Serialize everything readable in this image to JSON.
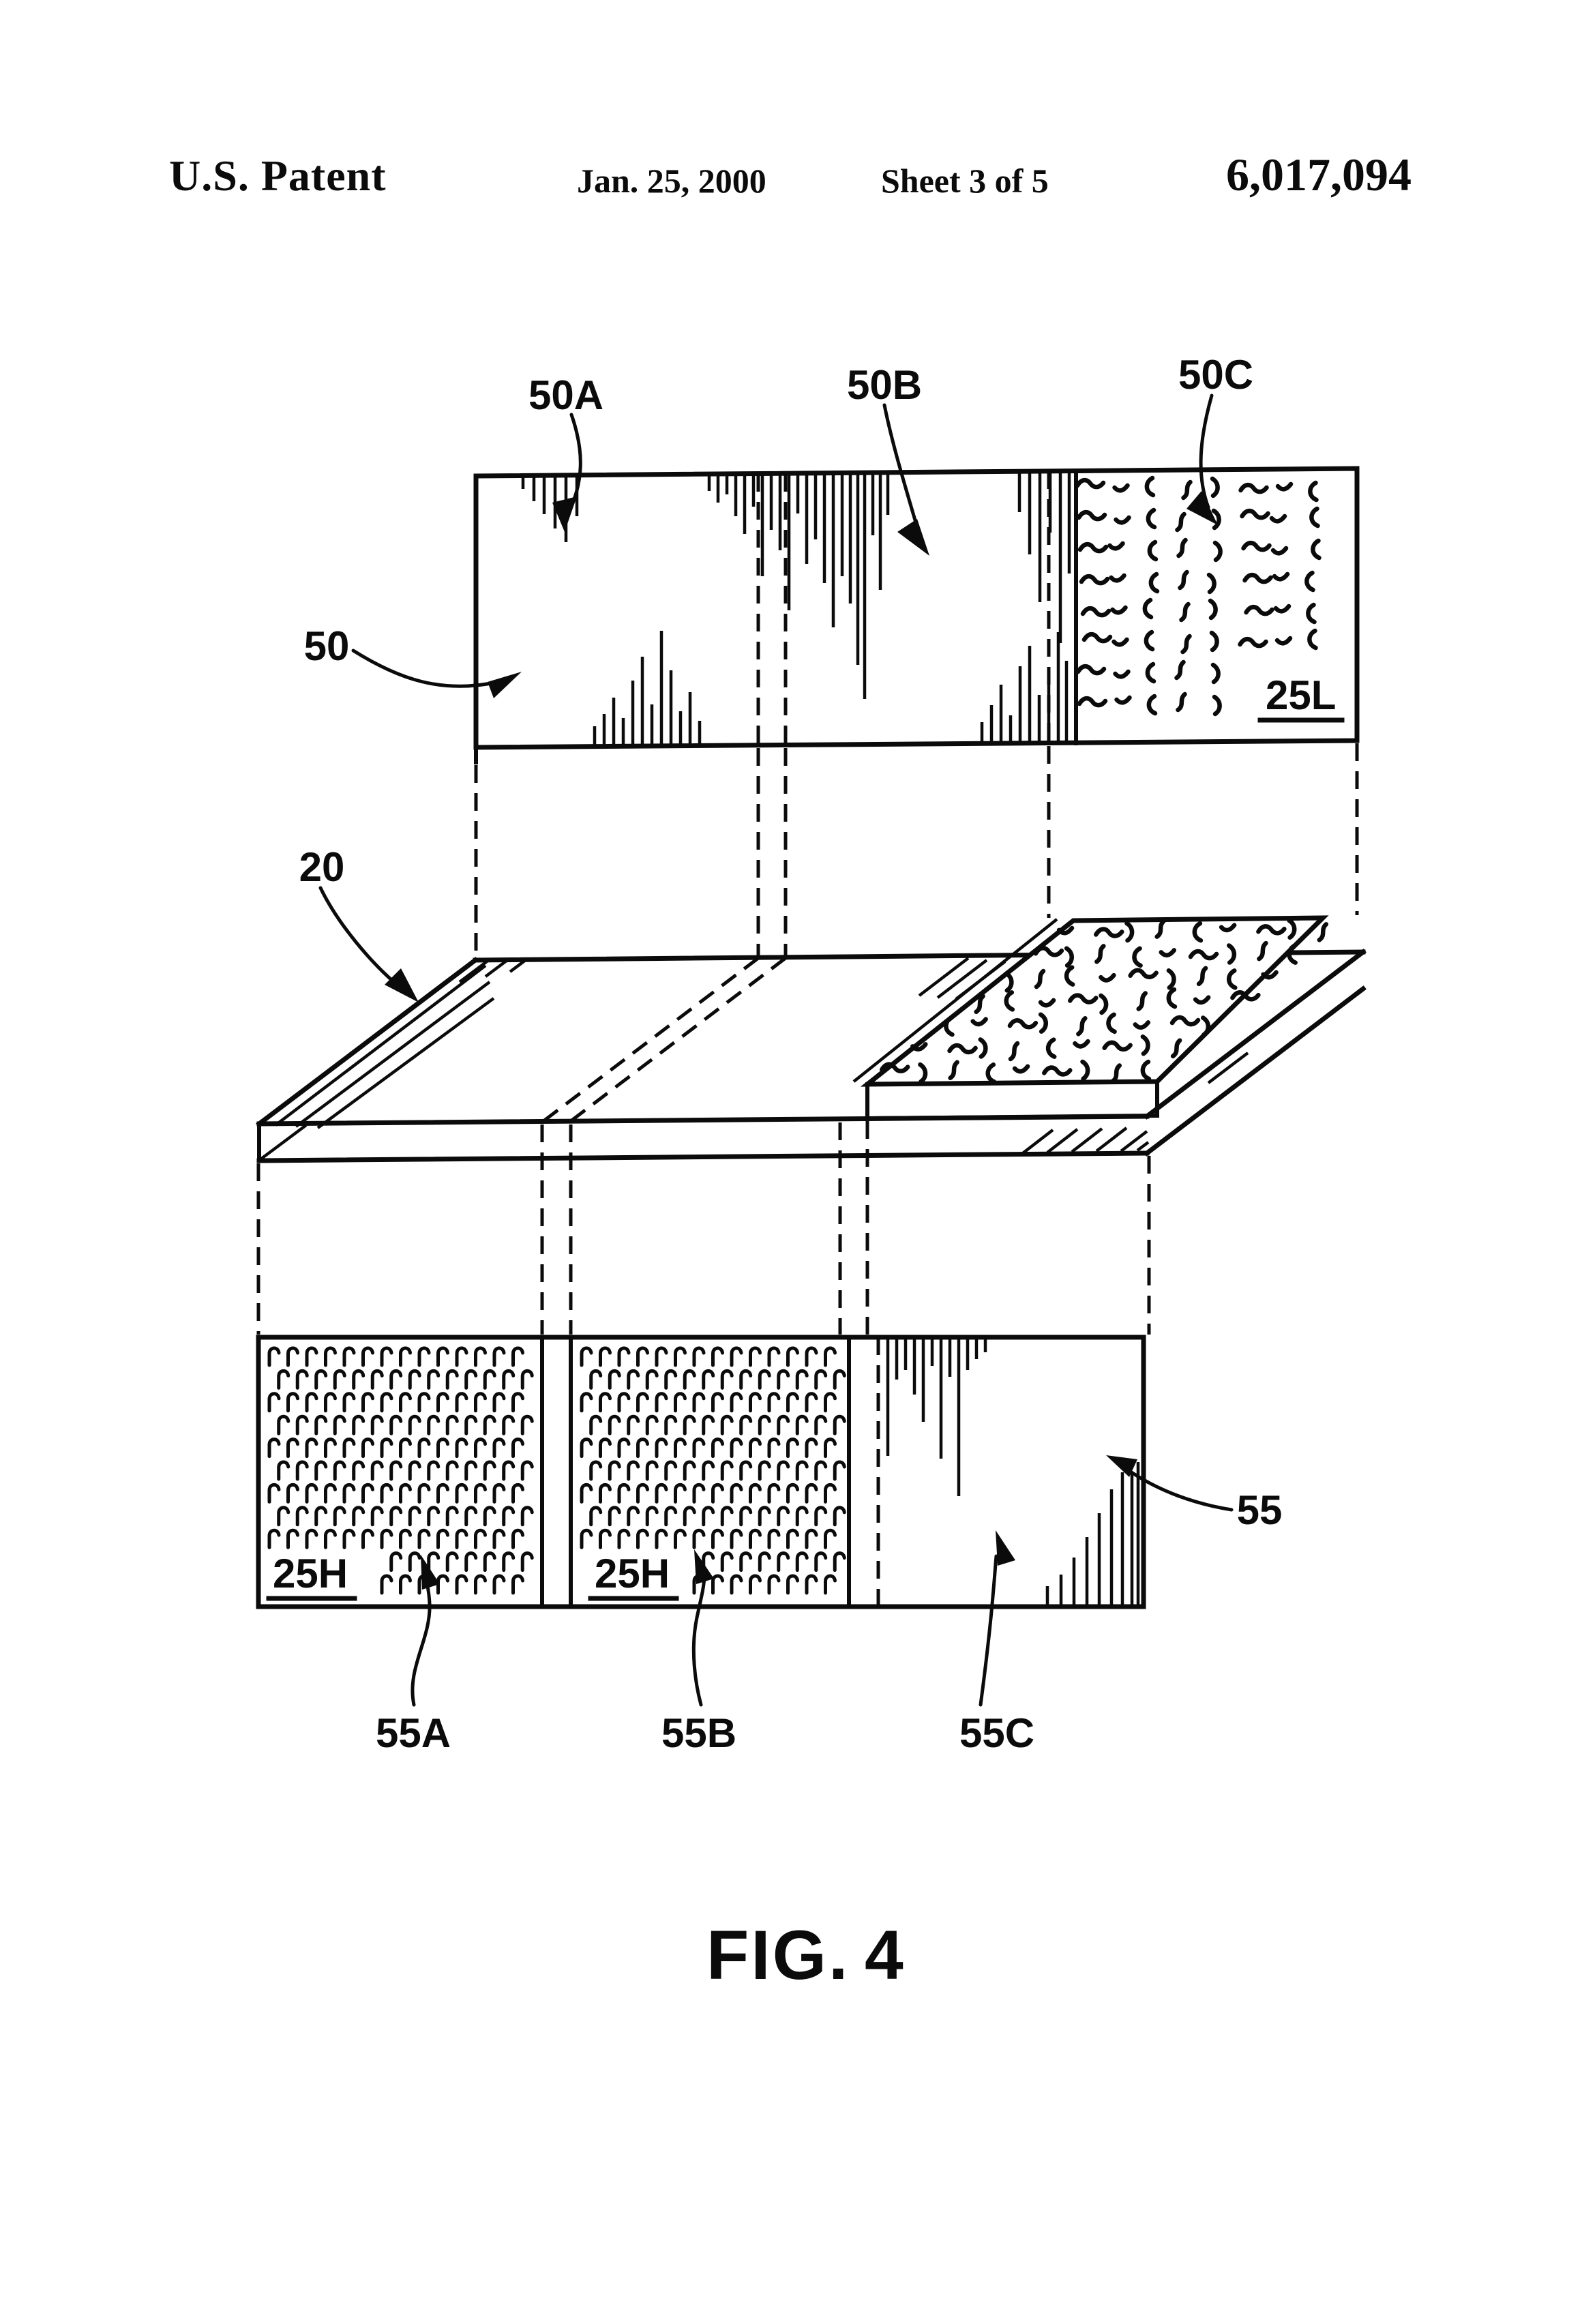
{
  "header": {
    "title": "U.S. Patent",
    "date": "Jan. 25, 2000",
    "sheet_info": "Sheet 3 of 5",
    "patent_number": "6,017,094"
  },
  "figure": {
    "caption_word": "FIG.",
    "caption_number": "4",
    "reference_labels": {
      "upper_web": "50",
      "upper_zone_a": "50A",
      "upper_zone_b": "50B",
      "upper_zone_c": "50C",
      "loop_material": "25L",
      "substrate": "20",
      "hook_material_a": "25H",
      "hook_material_b": "25H",
      "lower_web": "55",
      "lower_zone_a": "55A",
      "lower_zone_b": "55B",
      "lower_zone_c": "55C"
    }
  },
  "colors": {
    "ink": "#0b0b0b",
    "paper": "#ffffff"
  }
}
